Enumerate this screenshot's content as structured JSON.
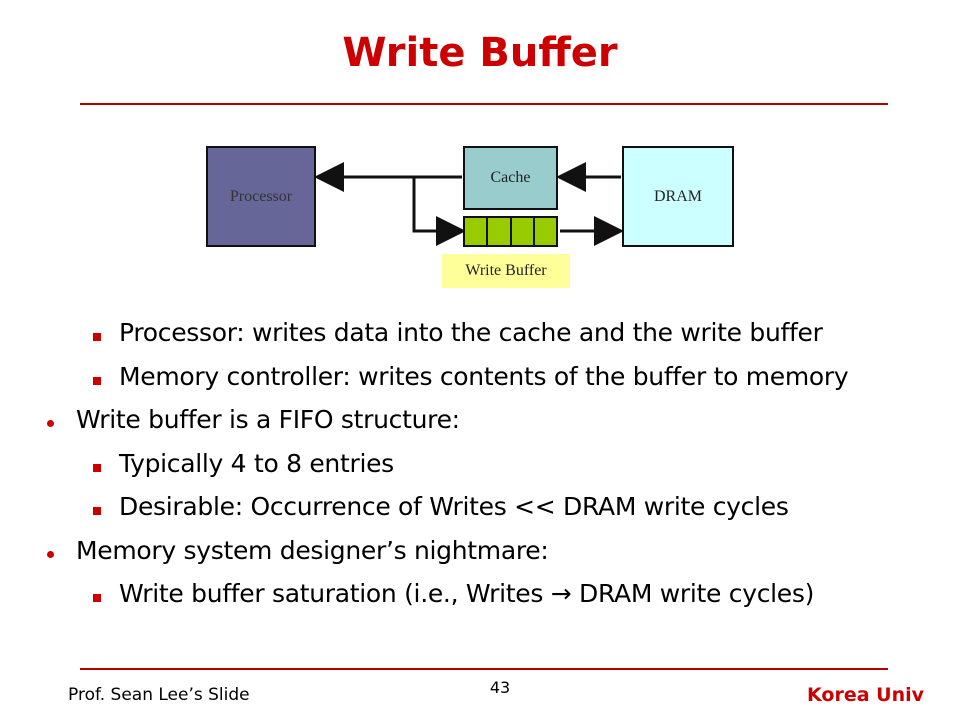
{
  "title": "Write Buffer",
  "diagram": {
    "processor": "Processor",
    "cache": "Cache",
    "dram": "DRAM",
    "write_buffer_label": "Write Buffer",
    "write_buffer_entries": 4
  },
  "bullets": [
    {
      "level": 2,
      "text": "Processor: writes data into the cache and the write buffer"
    },
    {
      "level": 2,
      "text": "Memory controller: writes contents of the buffer to memory"
    },
    {
      "level": 1,
      "text": "Write buffer is a FIFO structure:"
    },
    {
      "level": 2,
      "text": "Typically 4 to 8 entries"
    },
    {
      "level": 2,
      "text": "Desirable: Occurrence of Writes << DRAM write cycles"
    },
    {
      "level": 1,
      "text": "Memory system designer’s nightmare:"
    },
    {
      "level": 2,
      "text": "Write buffer saturation (i.e., Writes → DRAM write cycles)"
    }
  ],
  "footer": {
    "left": "Prof. Sean Lee’s Slide",
    "page": "43",
    "right": "Korea Univ"
  },
  "colors": {
    "accent": "#cc0000",
    "processor": "#666699",
    "cache": "#99cccc",
    "dram": "#ccffff",
    "write_buffer": "#99cc00",
    "label_bg": "#ffff99"
  }
}
